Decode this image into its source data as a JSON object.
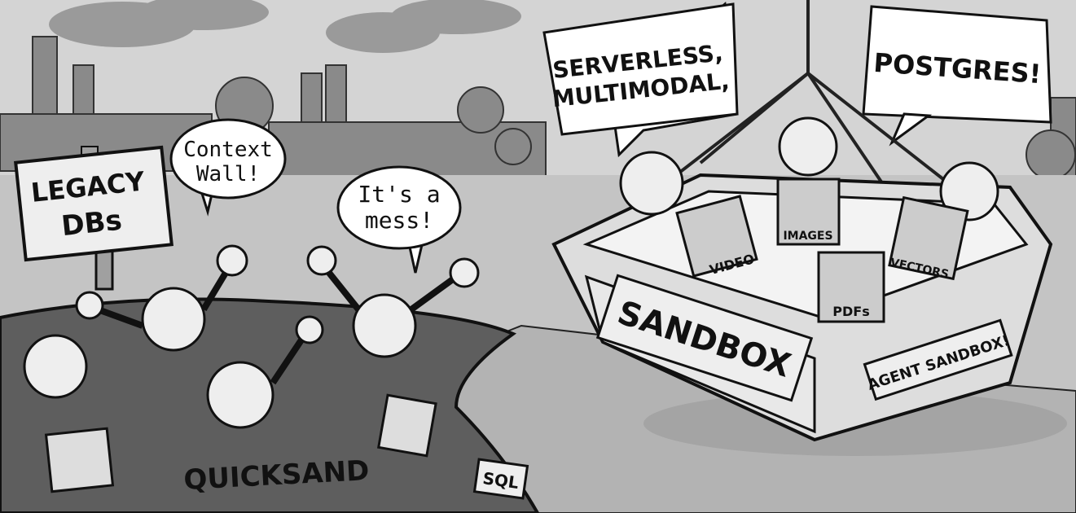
{
  "sign": {
    "line1": "LEGACY",
    "line2": "DBs"
  },
  "bubbles": {
    "context_wall": {
      "line1": "Context",
      "line2": "Wall!"
    },
    "mess": {
      "line1": "It's a",
      "line2": "mess!"
    },
    "serverless": {
      "line1": "SERVERLESS,",
      "line2": "MULTIMODAL,"
    },
    "postgres": "POSTGRES!"
  },
  "quicksand_label": "QUICKSAND",
  "sql_label": "SQL",
  "sandbox": {
    "front_label": "SANDBOX",
    "side_label": "AGENT SANDBOX!",
    "items": {
      "video": "VIDEO",
      "images": "IMAGES",
      "vectors": "VECTORS",
      "pdfs": "PDFs"
    }
  },
  "colors": {
    "sky": "#d4d4d4",
    "factory": "#8a8a8a",
    "quicksand": "#5e5e5e",
    "ground": "#bdbdbd",
    "outline": "#111111"
  }
}
